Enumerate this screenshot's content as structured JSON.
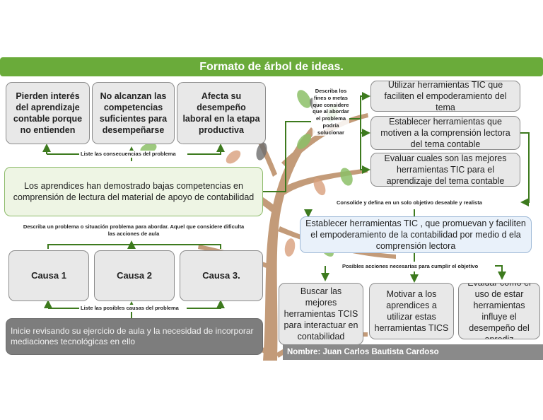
{
  "title": "Formato de árbol de ideas.",
  "consequences": [
    "Pierden interés del aprendizaje contable porque no entienden",
    "No alcanzan las competencias suficientes para desempeñarse",
    "Afecta su desempeño laboral en la etapa productiva"
  ],
  "consequences_label": "Liste las consecuencias del problema",
  "problem": "Los aprendices han demostrado bajas competencias en comprensión de lectura del material de apoyo de contabilidad",
  "problem_label": "Describa un problema o situación problema para abordar. Aquel que considere dificulta las acciones de aula",
  "causes": [
    "Causa 1",
    "Causa 2",
    "Causa 3."
  ],
  "causes_label": "Liste las posibles causas del problema",
  "start_note": "Inicie revisando su ejercicio de aula y la necesidad de incorporar mediaciones tecnológicas en ello",
  "goals_label": "Describa los fines o metas que considere que al abordar el problema podría solucionar",
  "goals": [
    "Utilizar herramientas TIC que faciliten el empoderamiento del tema",
    "Establecer herramientas que motiven a la comprensión lectora del tema contable",
    "Evaluar cuales son las mejores herramientas TIC para el aprendizaje del tema contable"
  ],
  "objective_label": "Consolide y defina en un solo objetivo deseable y realista",
  "objective": "Establecer herramientas TIC , que promuevan y faciliten el empoderamiento de la contabilidad por medio d ela comprensión lectora",
  "actions_label": "Posibles acciones necesarias para cumplir el objetivo",
  "actions": [
    "Buscar las mejores herramientas TCIS para interactuar en contabilidad",
    "Motivar a los aprendices a utilizar estas herramientas TICS",
    "Evaluar como el uso de estar herramientas influye el desempeño del aprediz"
  ],
  "author": "Nombre: Juan Carlos Bautista Cardoso",
  "colors": {
    "header": "#6aab3a",
    "arrow": "#3d7a1e",
    "box": "#e8e8e8",
    "footer": "#8a8a8a"
  }
}
